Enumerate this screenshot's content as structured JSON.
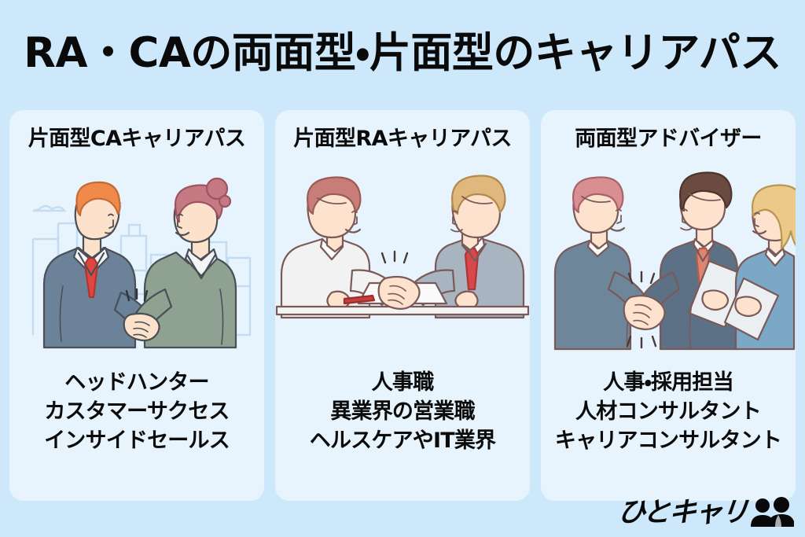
{
  "page": {
    "title": "RA・CAの両面型・片面型のキャリアパス",
    "background_color": "#cee8fb",
    "card_background_color": "#e8f4fd",
    "text_color": "#0b0b0b"
  },
  "cards": [
    {
      "heading": "片面型CAキャリアパス",
      "illustration": "two-people-handshake-city-illustration",
      "items": [
        "ヘッドハンター",
        "カスタマーサクセス",
        "インサイドセールス"
      ]
    },
    {
      "heading": "片面型RAキャリアパス",
      "illustration": "two-men-handshake-desk-illustration",
      "items": [
        "人事職",
        "異業界の営業職",
        "ヘルスケアやIT業界"
      ]
    },
    {
      "heading": "両面型アドバイザー",
      "illustration": "three-people-handshake-documents-illustration",
      "items": [
        "人事・採用担当",
        "人材コンサルタント",
        "キャリアコンサルタント"
      ]
    }
  ],
  "logo": {
    "text": "ひとキャリ",
    "mark": "two-person-silhouette-icon",
    "color": "#090909"
  }
}
